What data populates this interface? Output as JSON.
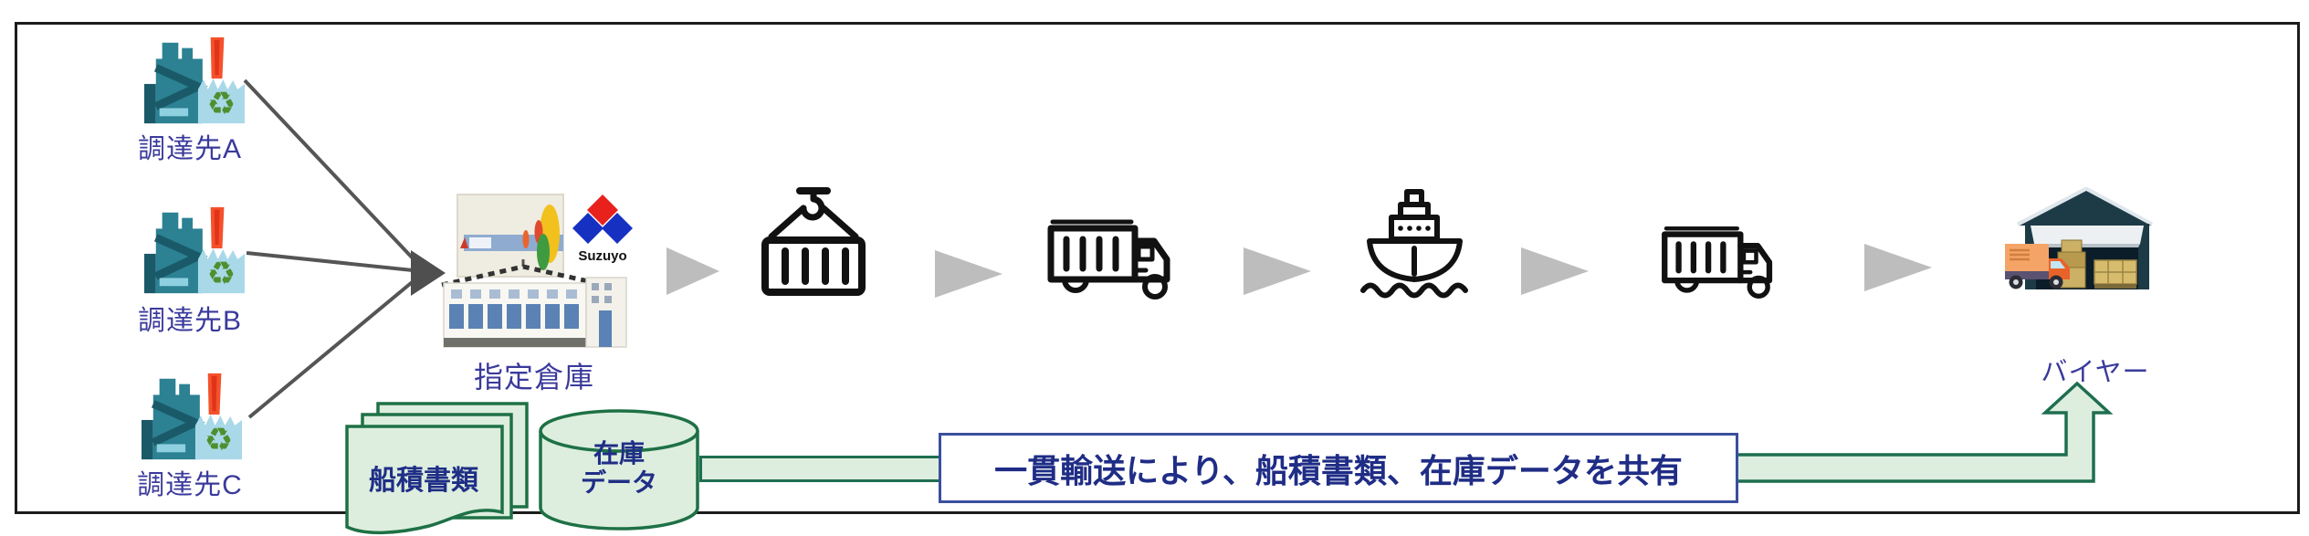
{
  "suppliers": [
    {
      "label": "調達先A"
    },
    {
      "label": "調達先B"
    },
    {
      "label": "調達先C"
    }
  ],
  "warehouse": {
    "label": "指定倉庫",
    "logo_text": "Suzuyo"
  },
  "buyer": {
    "label": "バイヤー"
  },
  "share": {
    "documents_label": "船積書類",
    "inventory_line1": "在庫",
    "inventory_line2": "データ",
    "banner_text": "一貫輸送により、船積書類、在庫データを共有"
  },
  "icons": {
    "recycle_glyph": "♻",
    "flow_sequence": [
      "crane-container",
      "container-truck",
      "cargo-ship",
      "container-truck"
    ]
  },
  "colors": {
    "label_blue": "#3a3a9c",
    "banner_text_navy": "#1f2d86",
    "banner_border": "#3a4f9e",
    "green_fill": "#ddeede",
    "green_border": "#1e6e50",
    "flow_arrow_gray": "#bdbdbd",
    "connector_dark_gray": "#555555",
    "suzuyo_red": "#e8211d",
    "suzuyo_blue": "#1630c2",
    "factory_teal": "#2c8193",
    "flame_orange": "#f4512c",
    "line_icon_black": "#111111"
  }
}
